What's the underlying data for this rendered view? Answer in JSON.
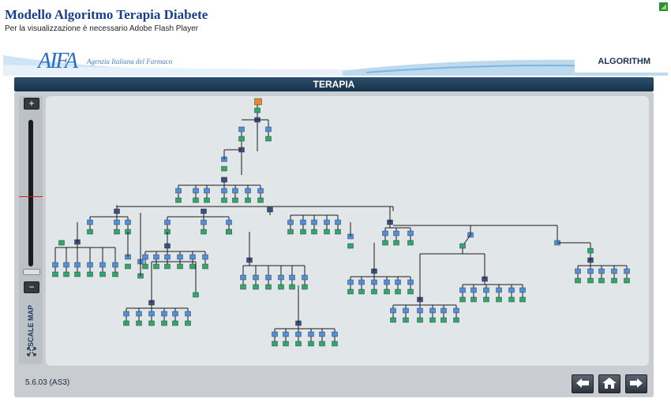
{
  "page": {
    "title": "Modello Algoritmo Terapia Diabete",
    "subtitle": "Per la visualizzazione è necessario Adobe Flash Player"
  },
  "banner": {
    "logo": "AIFA",
    "logo_sub": "Agenzia Italiana del Farmaco",
    "label": "ALGORITHM"
  },
  "panel": {
    "title": "TERAPIA"
  },
  "zoom": {
    "plus": "+",
    "minus": "−",
    "scale_map_label": "SCALE MAP"
  },
  "footer": {
    "version": "5.6.03 (AS3)"
  },
  "colors": {
    "leaf": "#2fa86a",
    "decision": "#4f90d9",
    "hub": "#3d4f7c",
    "root": "#e38b2a",
    "line": "#1a1a1a"
  },
  "icons": [
    "plus-icon",
    "minus-icon",
    "fullscreen-icon",
    "arrow-left-icon",
    "home-icon",
    "arrow-right-icon"
  ]
}
